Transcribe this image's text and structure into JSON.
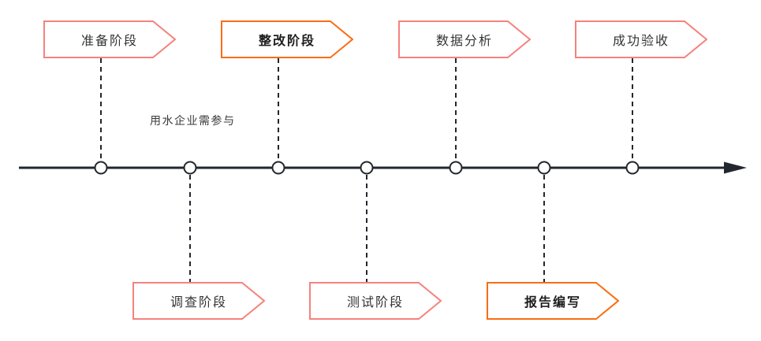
{
  "colors": {
    "salmon": "#f5827d",
    "orange": "#f96d13",
    "line": "#23272e",
    "node_fill": "#ffffff"
  },
  "timeline": {
    "annotation": "用水企业需参与",
    "phases": [
      {
        "label": "准备阶段",
        "position": "top",
        "emphasis": false
      },
      {
        "label": "调查阶段",
        "position": "bottom",
        "emphasis": false
      },
      {
        "label": "整改阶段",
        "position": "top",
        "emphasis": true
      },
      {
        "label": "测试阶段",
        "position": "bottom",
        "emphasis": false
      },
      {
        "label": "数据分析",
        "position": "top",
        "emphasis": false
      },
      {
        "label": "报告编写",
        "position": "bottom",
        "emphasis": true
      },
      {
        "label": "成功验收",
        "position": "top",
        "emphasis": false
      }
    ]
  }
}
